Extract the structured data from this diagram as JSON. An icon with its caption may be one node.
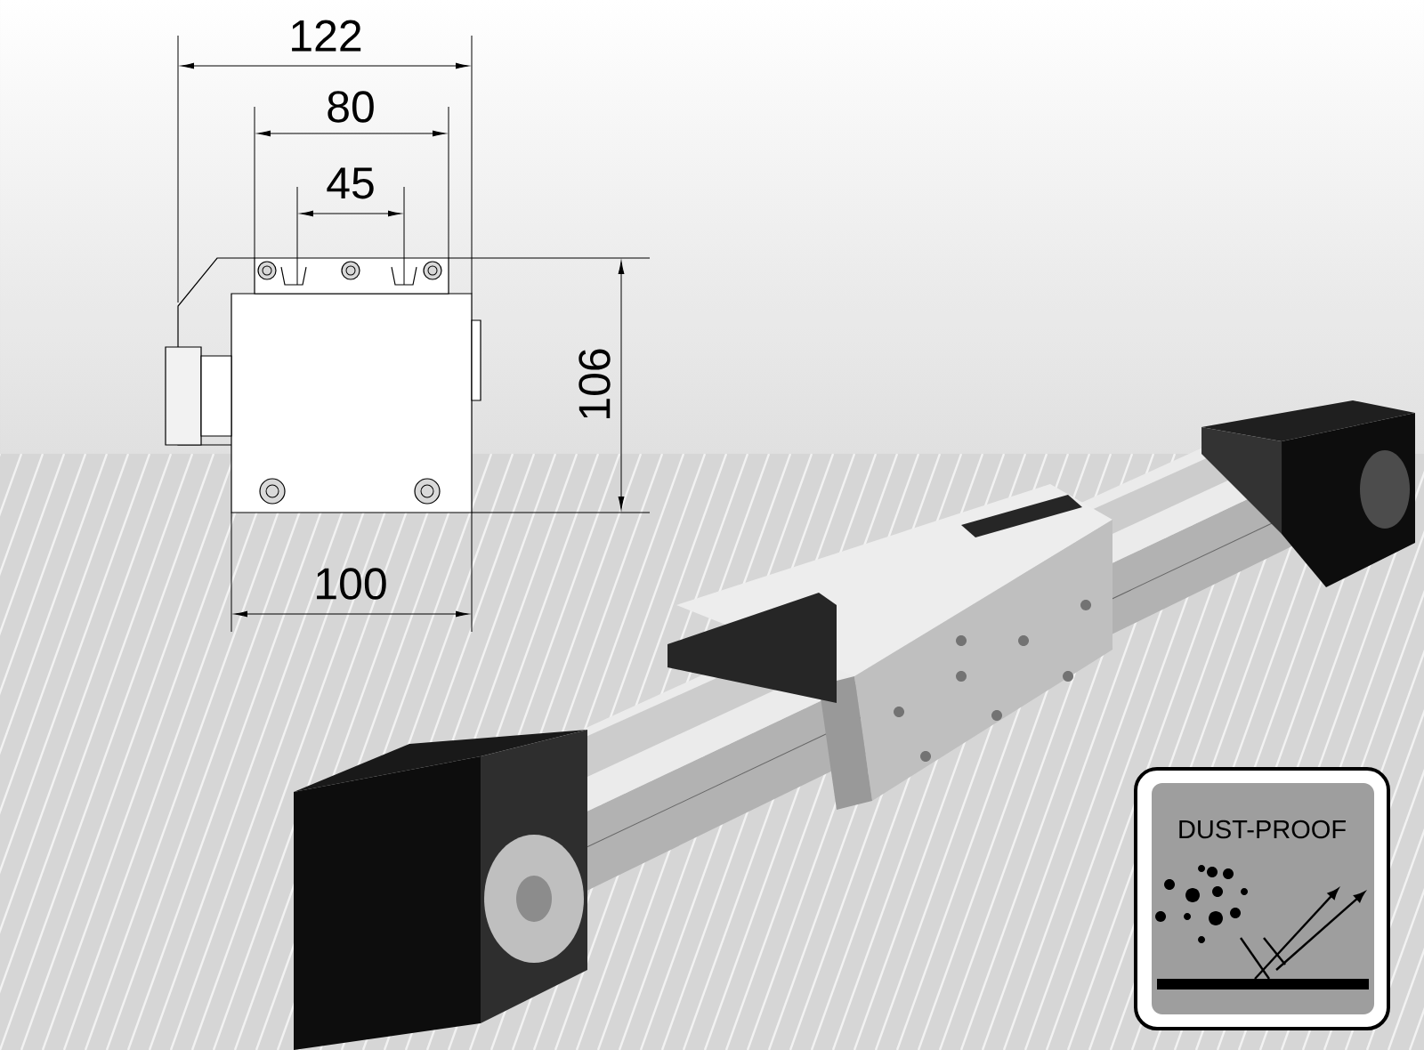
{
  "diagram": {
    "nodes": [
      {
        "text": [
          "DUST-PROOF"
        ]
      }
    ],
    "labels": [
      "122",
      "80",
      "45",
      "106",
      "100"
    ]
  }
}
